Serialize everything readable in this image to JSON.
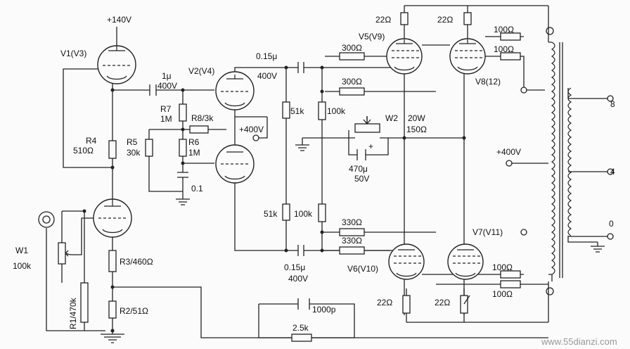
{
  "supply": {
    "b_plus_140": "+140V",
    "b_plus_400_mid": "+400V",
    "b_plus_400_ot": "+400V"
  },
  "tubes": {
    "v1": "V1(V3)",
    "v2": "V2(V4)",
    "v5": "V5(V9)",
    "v8": "V8(12)",
    "v6": "V6(V10)",
    "v7": "V7(V11)"
  },
  "components": {
    "r4_name": "R4",
    "r4_val": "510Ω",
    "c1_val": "1μ",
    "c1_volt": "400V",
    "r7_name": "R7",
    "r7_val": "1M",
    "r8": "R8/3k",
    "r5_name": "R5",
    "r5_val": "30k",
    "r6_name": "R6",
    "r6_val": "1M",
    "c_bypass": "0.1",
    "w1_name": "W1",
    "w1_val": "100k",
    "r1": "R1/470k",
    "r3": "R3/460Ω",
    "r2": "R2/51Ω",
    "c_top_val": "0.15μ",
    "c_top_volt": "400V",
    "c_bot_val": "0.15μ",
    "c_bot_volt": "400V",
    "r51k_top": "51k",
    "r100k_top": "100k",
    "r51k_bot": "51k",
    "r100k_bot": "100k",
    "w2_name": "W2",
    "w2_power": "20W",
    "w2_val": "150Ω",
    "c470_val": "470μ",
    "c470_volt": "50V",
    "c470_plus": "+",
    "r300_a": "300Ω",
    "r300_b": "300Ω",
    "r330_a": "330Ω",
    "r330_b": "330Ω",
    "r22_tl": "22Ω",
    "r22_tr": "22Ω",
    "r22_bl": "22Ω",
    "r22_br": "22Ω",
    "r100_a": "100Ω",
    "r100_b": "100Ω",
    "r100_c": "100Ω",
    "r100_d": "100Ω",
    "c_fb": "1000p",
    "r_fb": "2.5k"
  },
  "output": {
    "tap_8": "8",
    "tap_4": "4",
    "tap_0": "0"
  },
  "watermark": "www.55dianzi.com"
}
